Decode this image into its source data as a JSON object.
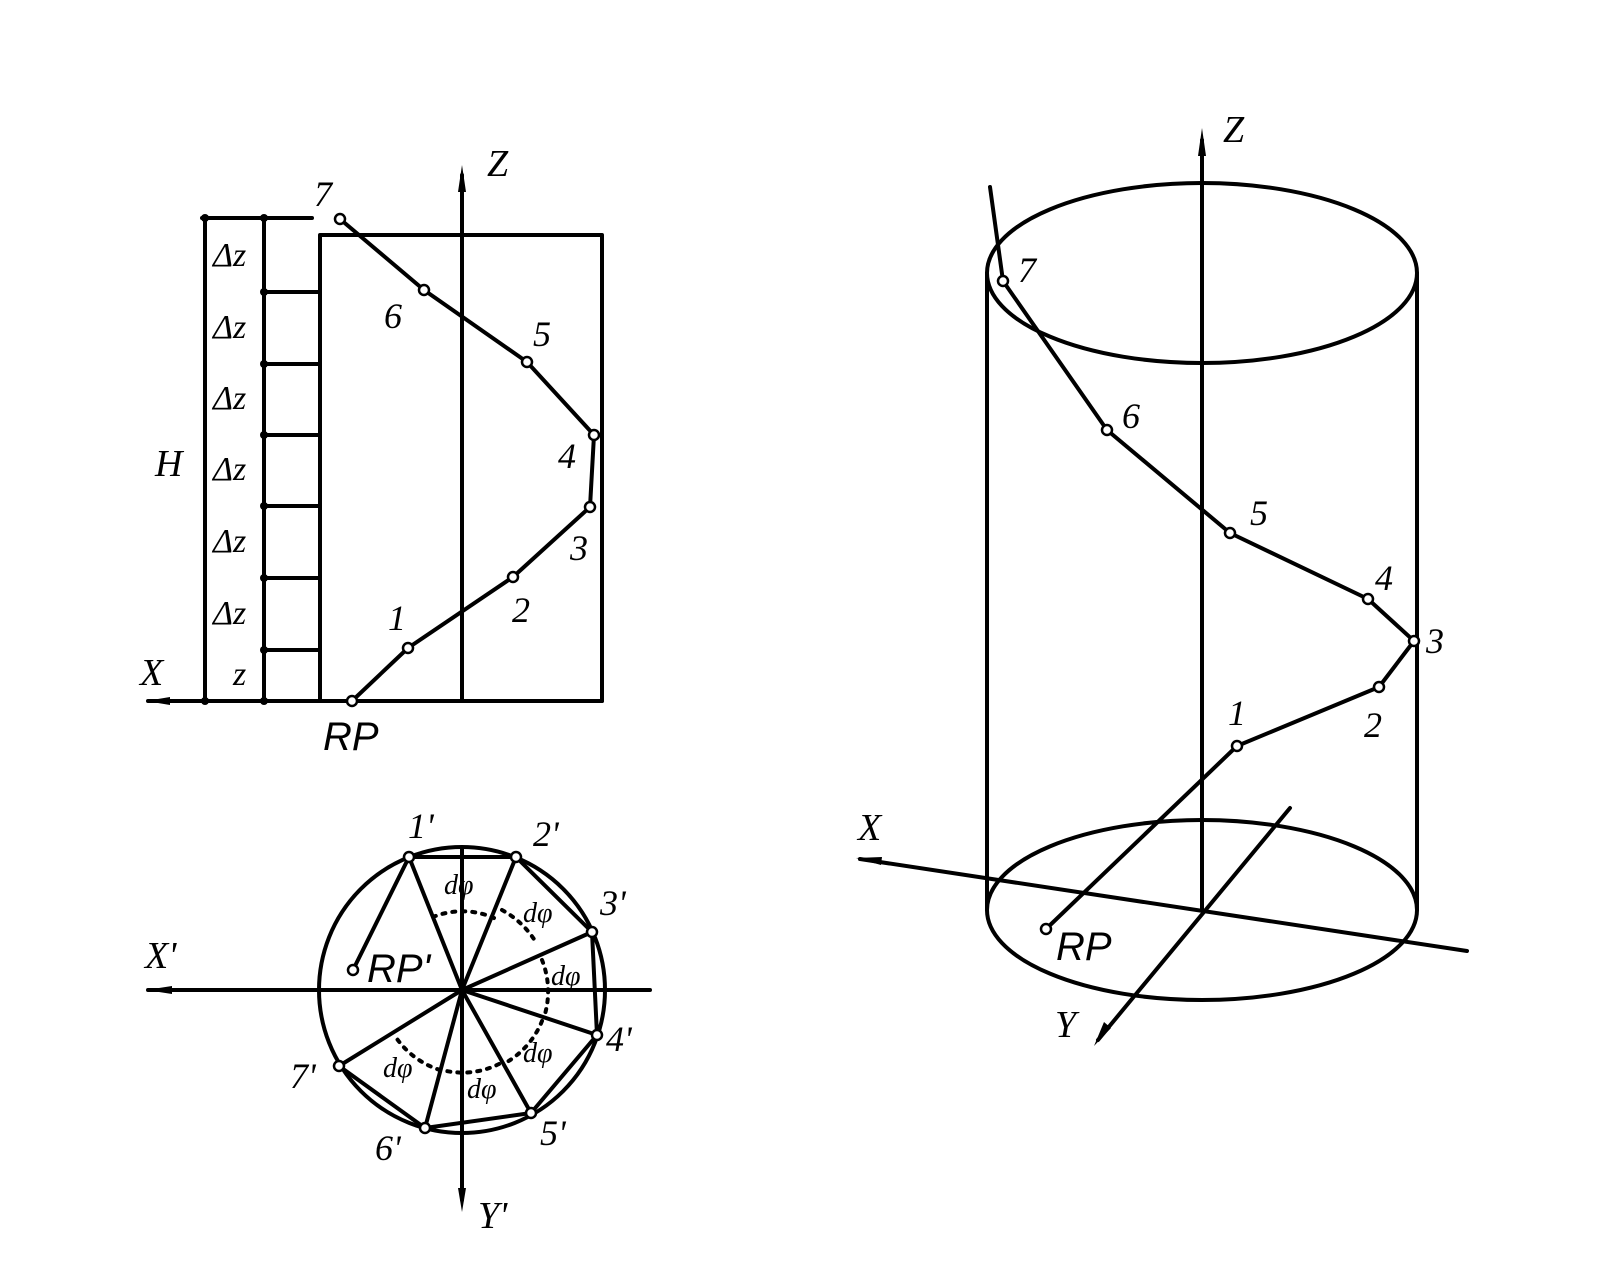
{
  "front_view": {
    "axis_z": "Z",
    "axis_x": "X",
    "height_label": "H",
    "delta_labels": [
      "Δz",
      "Δz",
      "Δz",
      "Δz",
      "Δz",
      "Δz"
    ],
    "z_label": "z",
    "point_labels": [
      "1",
      "2",
      "3",
      "4",
      "5",
      "6",
      "7"
    ],
    "origin_label": "RP"
  },
  "top_view": {
    "axis_x": "X'",
    "axis_y": "Y'",
    "point_labels": [
      "1'",
      "2'",
      "3'",
      "4'",
      "5'",
      "6'",
      "7'"
    ],
    "origin_label": "RP'",
    "angle_labels": [
      "dφ",
      "dφ",
      "dφ",
      "dφ",
      "dφ",
      "dφ"
    ]
  },
  "iso_view": {
    "axis_z": "Z",
    "axis_x": "X",
    "axis_y": "Y",
    "point_labels": [
      "1",
      "2",
      "3",
      "4",
      "5",
      "6",
      "7"
    ],
    "origin_label": "RP"
  }
}
